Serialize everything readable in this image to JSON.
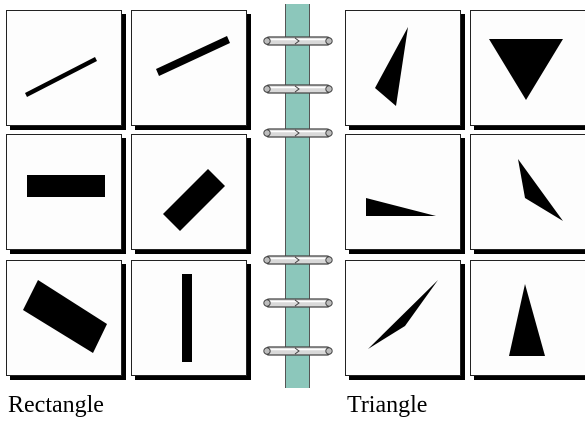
{
  "captions": {
    "left": "Rectangle",
    "right": "Triangle"
  },
  "colors": {
    "shape_fill": "#000000",
    "card_background": "#fdfdfd",
    "spine": "#8cc7bb"
  },
  "left_panel": {
    "category": "Rectangle",
    "cards": [
      {
        "shape": "thin-rectangle-diagonal"
      },
      {
        "shape": "thin-rectangle-diagonal"
      },
      {
        "shape": "horizontal-rectangle"
      },
      {
        "shape": "rotated-rectangle"
      },
      {
        "shape": "rotated-rectangle"
      },
      {
        "shape": "vertical-rectangle"
      }
    ]
  },
  "right_panel": {
    "category": "Triangle",
    "cards": [
      {
        "shape": "slanted-triangle"
      },
      {
        "shape": "inverted-triangle"
      },
      {
        "shape": "thin-triangle"
      },
      {
        "shape": "thin-triangle"
      },
      {
        "shape": "thin-diagonal-triangle"
      },
      {
        "shape": "upright-triangle"
      }
    ]
  },
  "binder_rings": 6
}
